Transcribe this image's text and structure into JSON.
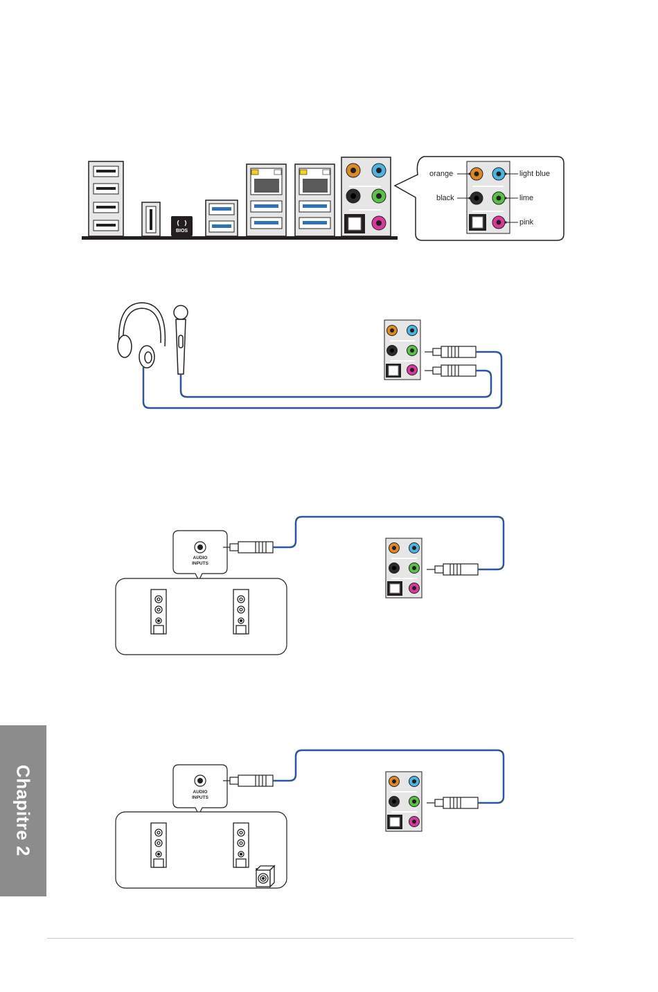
{
  "sidebar": {
    "chapter_label": "Chapitre 2"
  },
  "io_panel": {
    "bios_label": "BIOS"
  },
  "legend": {
    "orange": "orange",
    "light_blue": "light blue",
    "black": "black",
    "lime": "lime",
    "pink": "pink"
  },
  "speakers_2ch": {
    "audio_inputs_line1": "AUDIO",
    "audio_inputs_line2": "INPUTS"
  },
  "speakers_21ch": {
    "audio_inputs_line1": "AUDIO",
    "audio_inputs_line2": "INPUTS"
  },
  "colors": {
    "orange_jack": "#d98a2b",
    "light_blue_jack": "#4fb3e0",
    "black_jack": "#2b2b2b",
    "lime_jack": "#5cbf4a",
    "pink_jack": "#d63a9c",
    "cable": "#2e5597",
    "chapter_tab": "#8c8c8c"
  }
}
